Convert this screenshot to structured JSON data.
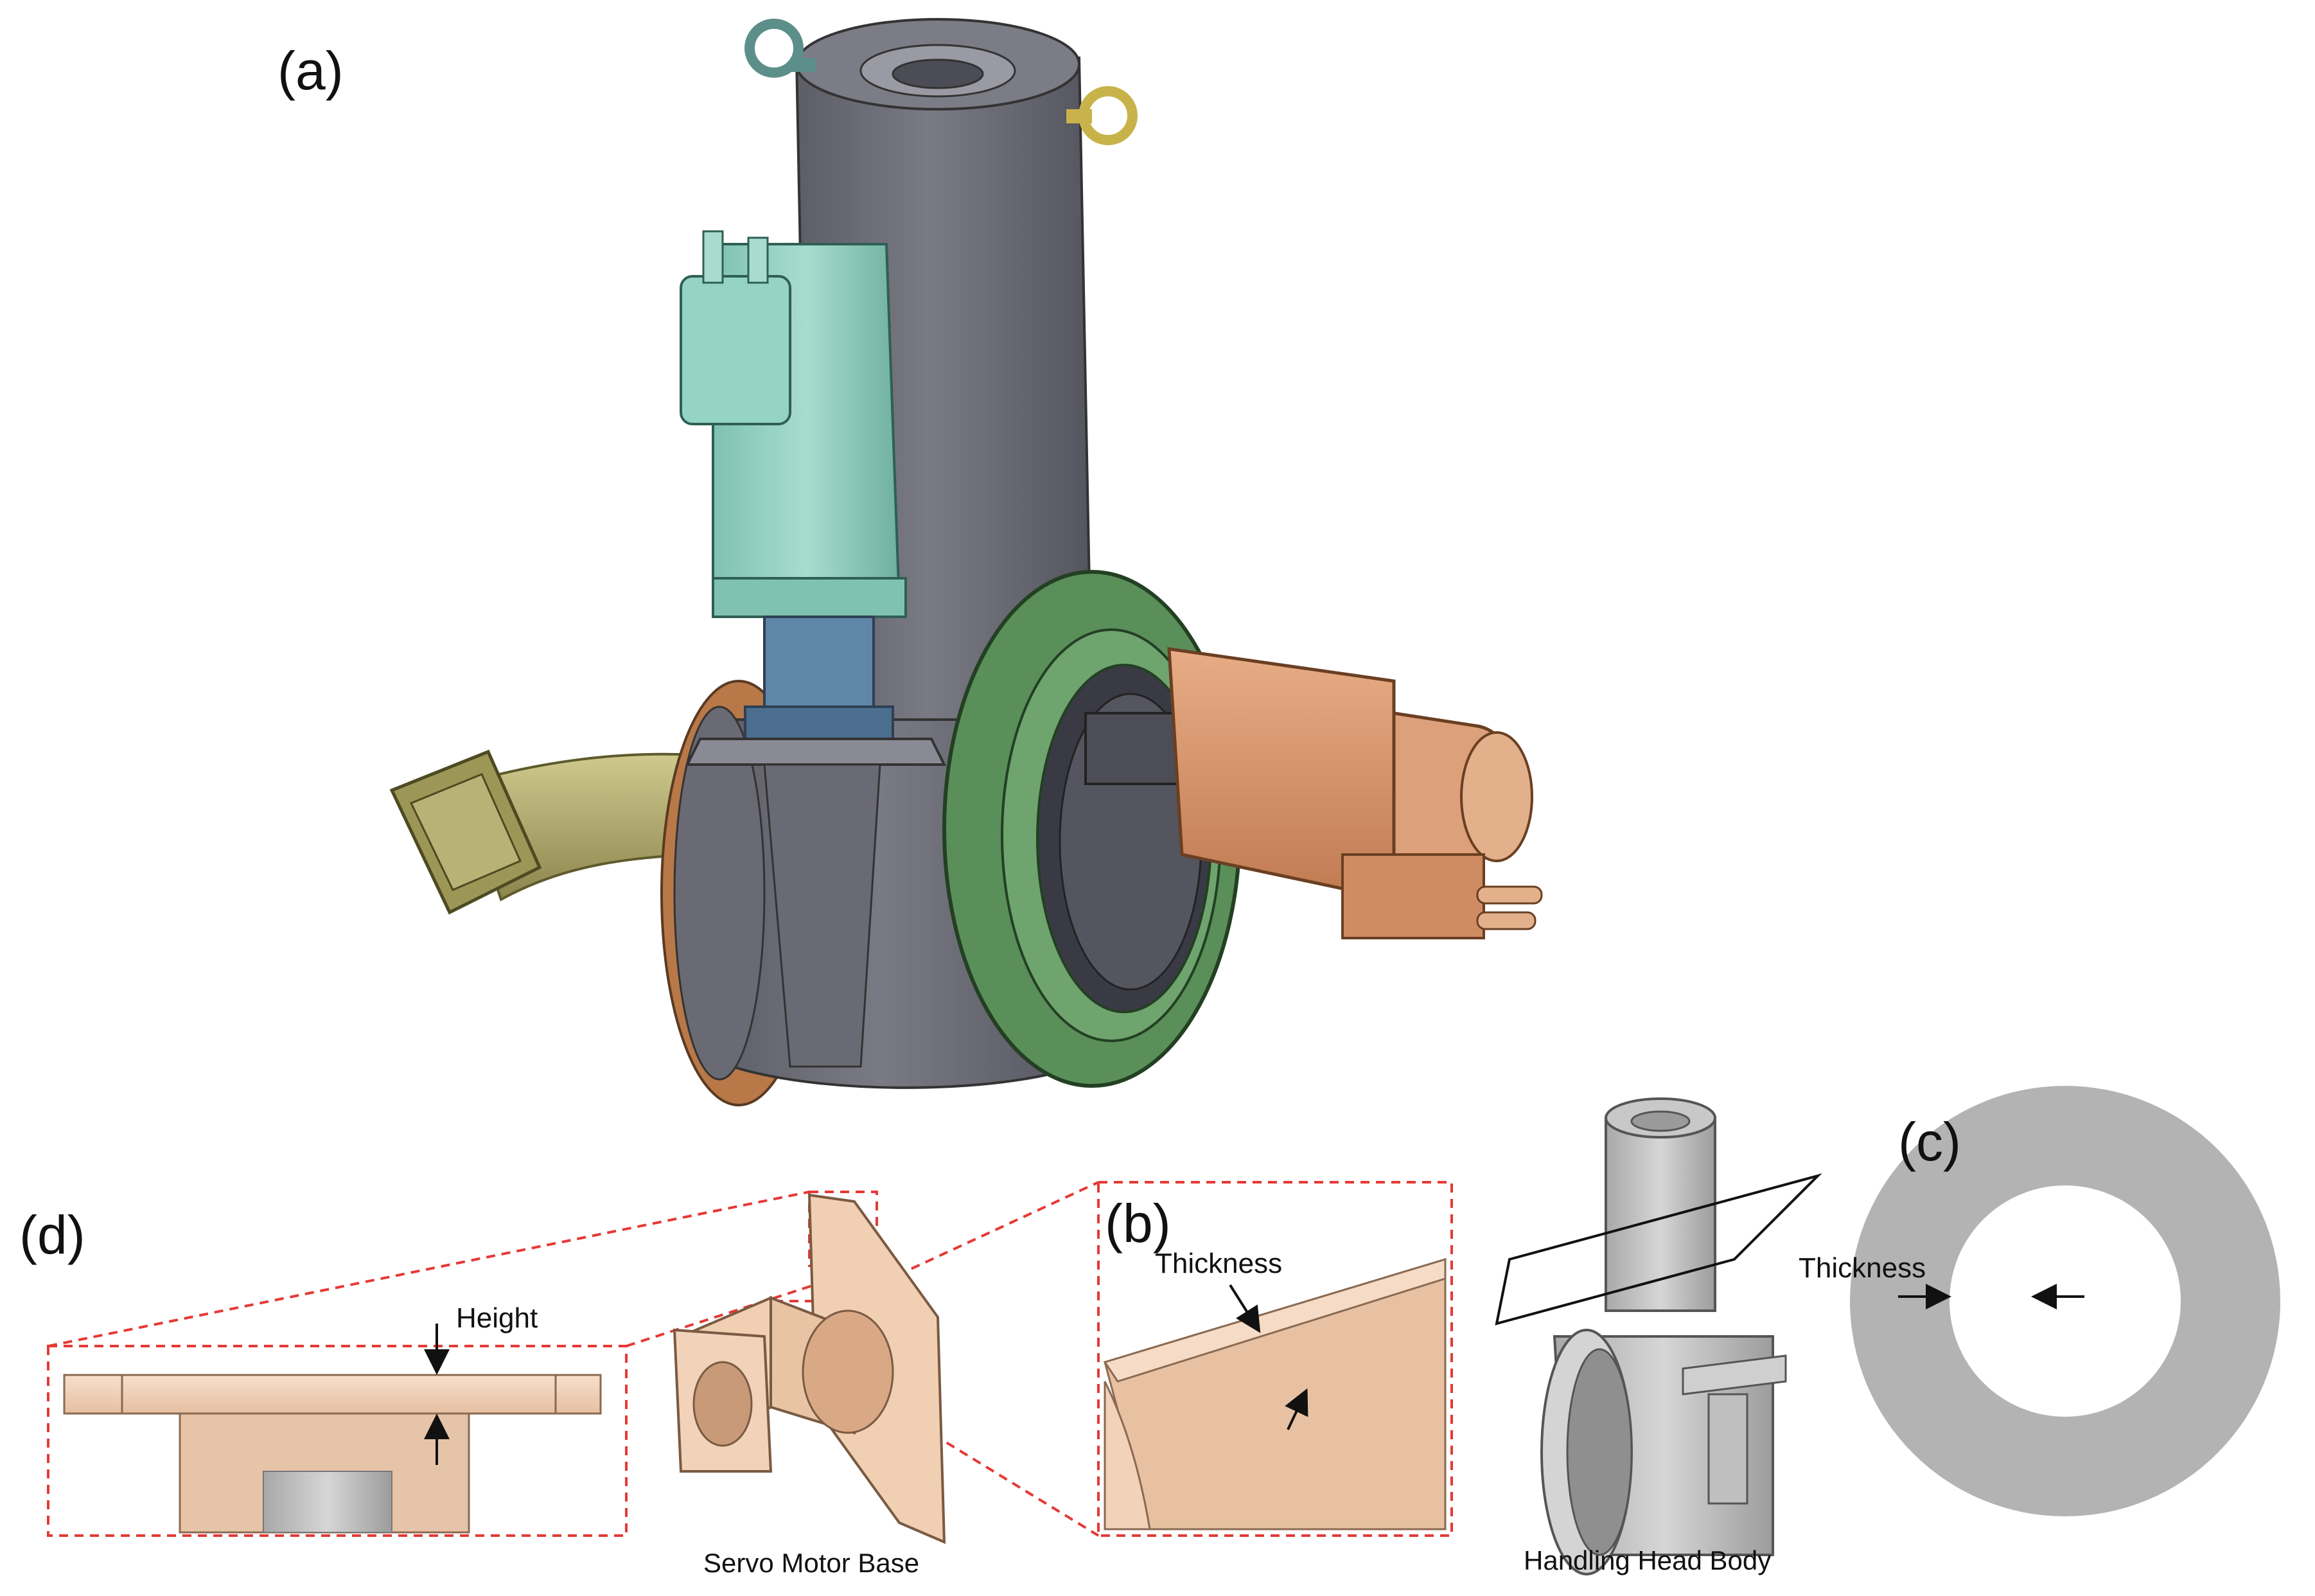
{
  "panels": {
    "a": {
      "label": "(a)"
    },
    "b": {
      "label": "(b)",
      "annotation": "Thickness"
    },
    "c": {
      "label": "(c)",
      "annotation": "Thickness"
    },
    "d": {
      "label": "(d)",
      "annotation": "Height"
    }
  },
  "captions": {
    "servo_motor_base": "Servo Motor Base",
    "handling_head_body": "Handling Head Body"
  },
  "colors": {
    "body_gray": "#6e6e78",
    "motor_teal": "#8fcfc0",
    "flange_green": "#5a8f5a",
    "motor_copper": "#d9946a",
    "pipe_olive": "#b0aa6a",
    "base_peach": "#f2d2b8",
    "cad_light_gray": "#bdbdbd",
    "ring_gray": "#b3b3b3",
    "callout_red": "#e53935"
  }
}
